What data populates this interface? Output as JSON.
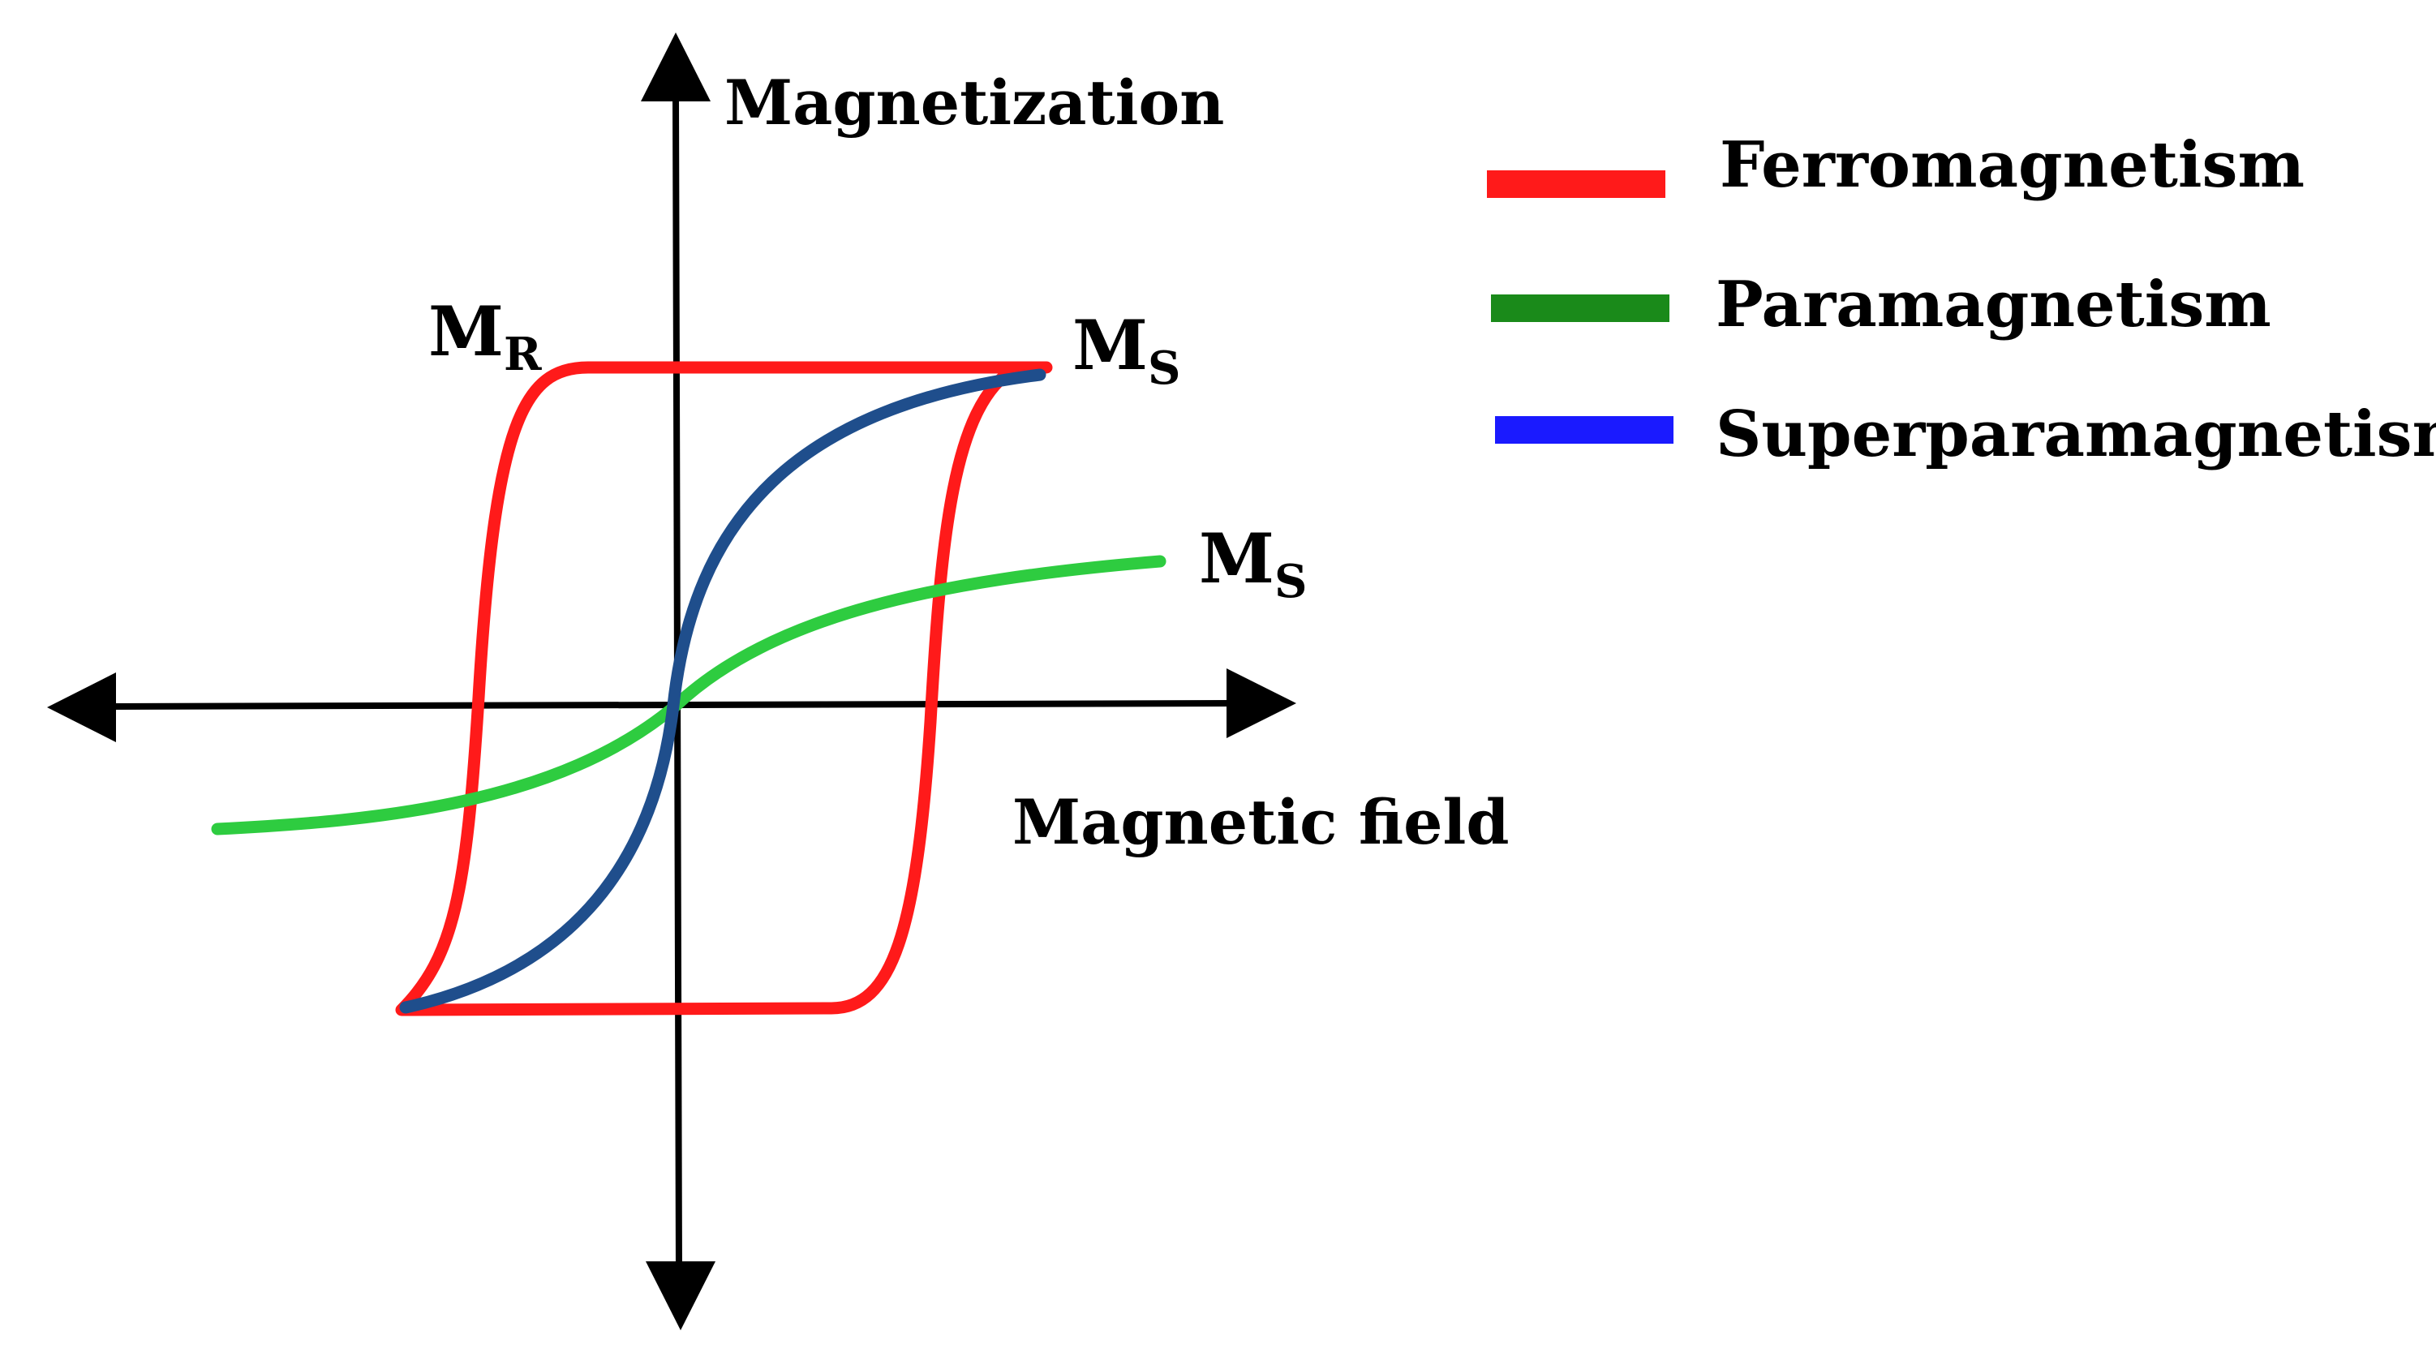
{
  "axes": {
    "y_label": "Magnetization",
    "x_label": "Magnetic field"
  },
  "markers": {
    "remanence": {
      "main": "M",
      "sub": "R"
    },
    "saturation_ferro": {
      "main": "M",
      "sub": "S"
    },
    "saturation_para": {
      "main": "M",
      "sub": "S"
    }
  },
  "legend": {
    "items": [
      {
        "label": "Ferromagnetism",
        "color": "#ff1a1a"
      },
      {
        "label": "Paramagnetism",
        "color": "#1a8a1a"
      },
      {
        "label": "Superparamagnetism",
        "color": "#1a1aff"
      }
    ]
  },
  "curve_colors": {
    "ferromagnetism": "#ff1a1a",
    "paramagnetism": "#2ecc40",
    "superparamagnetism": "#1f4e8c"
  }
}
